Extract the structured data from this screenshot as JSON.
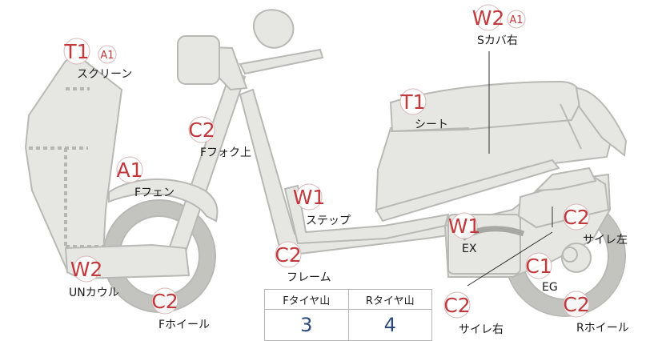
{
  "labels": [
    {
      "id": "screen",
      "code": "T1",
      "sub": "A1",
      "name": "スクリーン"
    },
    {
      "id": "seat",
      "code": "T1",
      "sub": "",
      "name": "シート"
    },
    {
      "id": "s-cover-right",
      "code": "W2",
      "sub": "A1",
      "name": "Sカバ右"
    },
    {
      "id": "front-fork-upper",
      "code": "C2",
      "sub": "",
      "name": "Fフォク上"
    },
    {
      "id": "front-fender",
      "code": "A1",
      "sub": "",
      "name": "Fフェン"
    },
    {
      "id": "step",
      "code": "W1",
      "sub": "",
      "name": "ステップ"
    },
    {
      "id": "frame",
      "code": "C2",
      "sub": "",
      "name": "フレーム"
    },
    {
      "id": "under-cowl",
      "code": "W2",
      "sub": "",
      "name": "UNカウル"
    },
    {
      "id": "front-wheel",
      "code": "C2",
      "sub": "",
      "name": "Fホイール"
    },
    {
      "id": "exhaust",
      "code": "W1",
      "sub": "",
      "name": "EX"
    },
    {
      "id": "engine",
      "code": "C1",
      "sub": "",
      "name": "EG"
    },
    {
      "id": "muffler-left",
      "code": "C2",
      "sub": "",
      "name": "サイレ左"
    },
    {
      "id": "muffler-right",
      "code": "C2",
      "sub": "",
      "name": "サイレ右"
    },
    {
      "id": "rear-wheel",
      "code": "C2",
      "sub": "",
      "name": "Rホイール"
    }
  ],
  "tread_table": {
    "front_header": "Fタイヤ山",
    "rear_header": "Rタイヤ山",
    "front_value": "3",
    "rear_value": "4"
  },
  "colors": {
    "part_fill": "#e6e6e3",
    "part_stroke": "#b8b8b5",
    "label_code": "#c0393c",
    "table_value": "#2d4a7e"
  }
}
